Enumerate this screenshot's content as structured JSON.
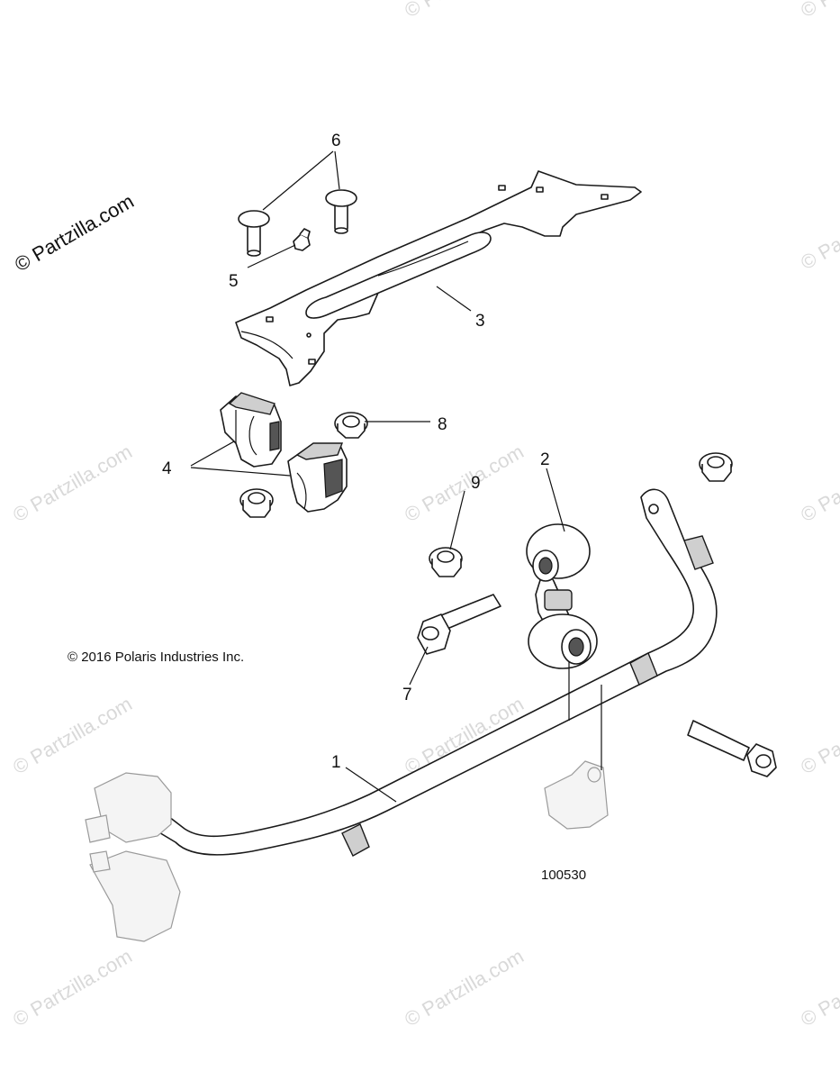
{
  "watermark_main": "© Partzilla.com",
  "watermark_repeat": "© Partzilla.com",
  "copyright": "© 2016 Polaris Industries Inc.",
  "diagram_number": "100530",
  "callouts": [
    {
      "id": "1",
      "label": "1"
    },
    {
      "id": "2",
      "label": "2"
    },
    {
      "id": "3",
      "label": "3"
    },
    {
      "id": "4",
      "label": "4"
    },
    {
      "id": "5",
      "label": "5"
    },
    {
      "id": "6",
      "label": "6"
    },
    {
      "id": "7",
      "label": "7"
    },
    {
      "id": "8",
      "label": "8"
    },
    {
      "id": "9",
      "label": "9"
    }
  ]
}
